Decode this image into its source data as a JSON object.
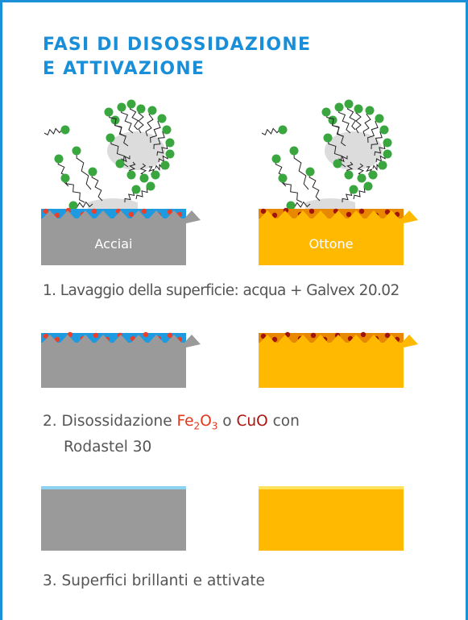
{
  "title": {
    "line1": "FASI DI DISOSSIDAZIONE",
    "line2": "E ATTIVAZIONE"
  },
  "materials": {
    "steel": {
      "label": "Acciai",
      "base_color": "#9a9a9a",
      "oxide_color": "#1e9be0",
      "particle_color": "#e8402a"
    },
    "brass": {
      "label": "Ottone",
      "base_color": "#ffb900",
      "oxide_color": "#e88700",
      "particle_color": "#a0140c"
    }
  },
  "colors": {
    "accent": "#1a90d9",
    "surfactant": "#3aa63f",
    "foam": "#dcdcdc"
  },
  "steps": {
    "step1": {
      "text": "1. Lavaggio della superficie: acqua + Galvex 20.02"
    },
    "step2": {
      "prefix": "2. Disossidazione ",
      "formula1_main": "Fe",
      "formula1_sub1": "2",
      "formula1_o": "O",
      "formula1_sub2": "3",
      "middle": " o ",
      "formula2": "CuO",
      "suffix": " con",
      "line2": "Rodastel 30"
    },
    "step3": {
      "text": "3. Superfici brillanti e attivate"
    }
  }
}
